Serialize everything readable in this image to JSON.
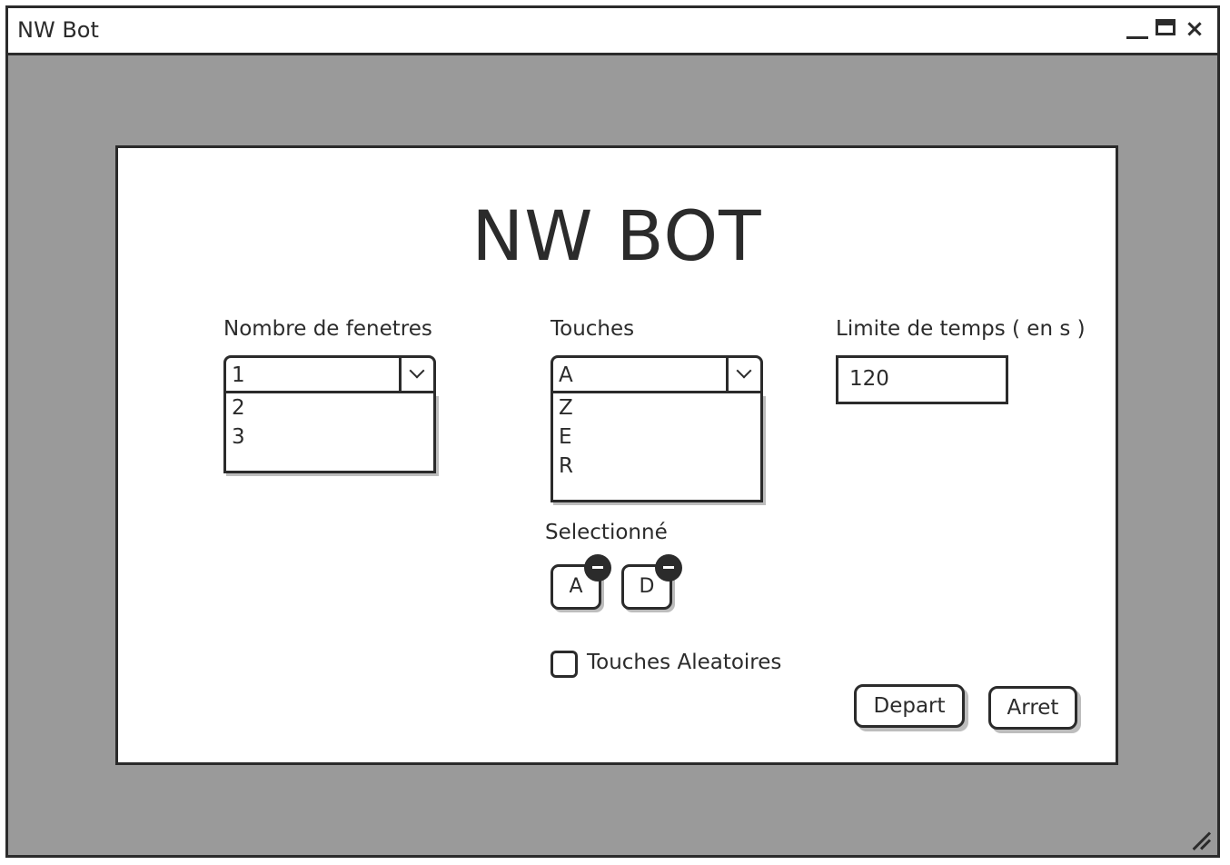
{
  "window": {
    "title": "NW Bot",
    "controls": {
      "minimize": "minimize-icon",
      "maximize": "maximize-icon",
      "close": "×"
    }
  },
  "app": {
    "title": "NW BOT"
  },
  "window_count": {
    "label": "Nombre de fenetres",
    "selected": "1",
    "options": [
      "2",
      "3"
    ]
  },
  "keys": {
    "label": "Touches",
    "selected": "A",
    "options": [
      "Z",
      "E",
      "R"
    ]
  },
  "time_limit": {
    "label": "Limite de temps ( en s )",
    "value": "120"
  },
  "selected": {
    "label": "Selectionné",
    "chips": [
      "A",
      "D"
    ]
  },
  "random_keys": {
    "label": "Touches Aleatoires",
    "checked": false
  },
  "actions": {
    "start": "Depart",
    "stop": "Arret"
  }
}
